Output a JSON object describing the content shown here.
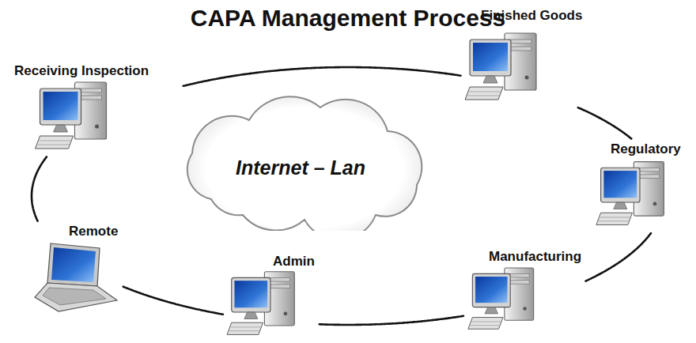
{
  "diagram": {
    "title": "CAPA Management Process",
    "nodes": [
      {
        "text": [
          "Receiving Inspection"
        ]
      },
      {
        "text": [
          "Finished Goods"
        ]
      },
      {
        "text": [
          "Regulatory"
        ]
      },
      {
        "text": [
          "Manufacturing"
        ]
      },
      {
        "text": [
          "Admin"
        ]
      },
      {
        "text": [
          "Remote"
        ]
      },
      {
        "text": [
          "Internet – Lan"
        ]
      }
    ],
    "edges": [
      {
        "from": 0,
        "to": 1,
        "arrow": "none"
      },
      {
        "from": 1,
        "to": 2,
        "arrow": "none"
      },
      {
        "from": 2,
        "to": 3,
        "arrow": "none"
      },
      {
        "from": 3,
        "to": 4,
        "arrow": "none"
      },
      {
        "from": 4,
        "to": 5,
        "arrow": "none"
      },
      {
        "from": 5,
        "to": 0,
        "arrow": "none"
      }
    ]
  }
}
